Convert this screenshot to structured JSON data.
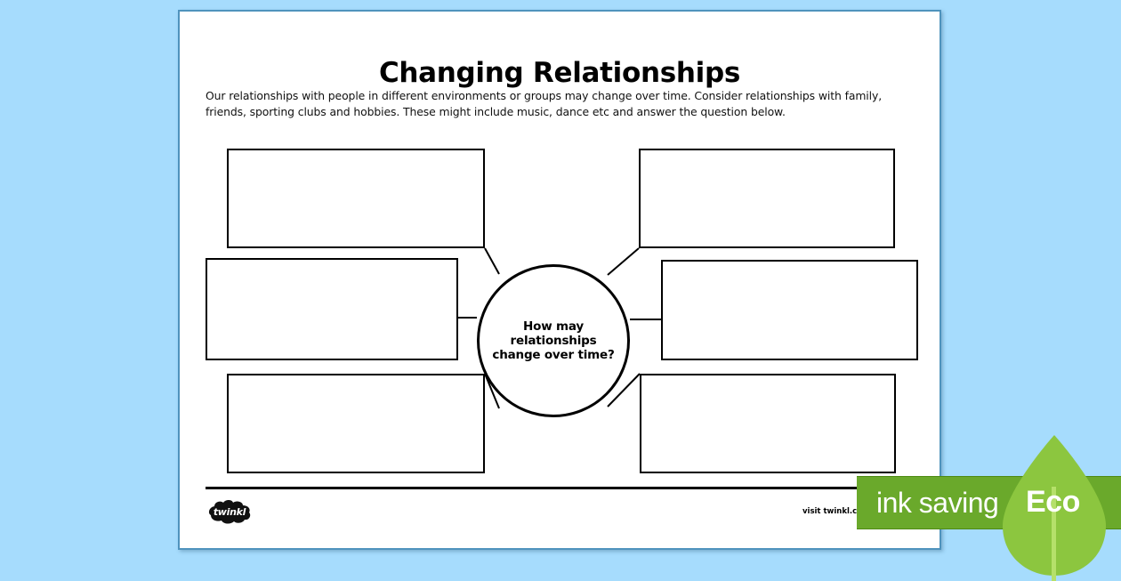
{
  "background_color": "#a6dcfd",
  "page": {
    "title": "Changing Relationships",
    "intro": "Our relationships with people in different environments or groups may change over time. Consider relationships with family, friends, sporting clubs and hobbies. These might include music, dance etc and answer the question below.",
    "border_color": "#4f93bd",
    "background_color": "#ffffff"
  },
  "diagram": {
    "center": {
      "question": "How may relationships change over time?"
    },
    "boxes": [
      {
        "id": "box-top-left",
        "value": ""
      },
      {
        "id": "box-middle-left",
        "value": ""
      },
      {
        "id": "box-bottom-left",
        "value": ""
      },
      {
        "id": "box-top-right",
        "value": ""
      },
      {
        "id": "box-middle-right",
        "value": ""
      },
      {
        "id": "box-bottom-right",
        "value": ""
      }
    ]
  },
  "footer": {
    "logo_text": "twinkl",
    "visit_text": "visit twinkl.c"
  },
  "eco_badge": {
    "ink_saving_label": "ink saving",
    "eco_label": "Eco",
    "bar_color": "#6aa92b",
    "leaf_color": "#8cc63f",
    "text_color": "#ffffff"
  }
}
